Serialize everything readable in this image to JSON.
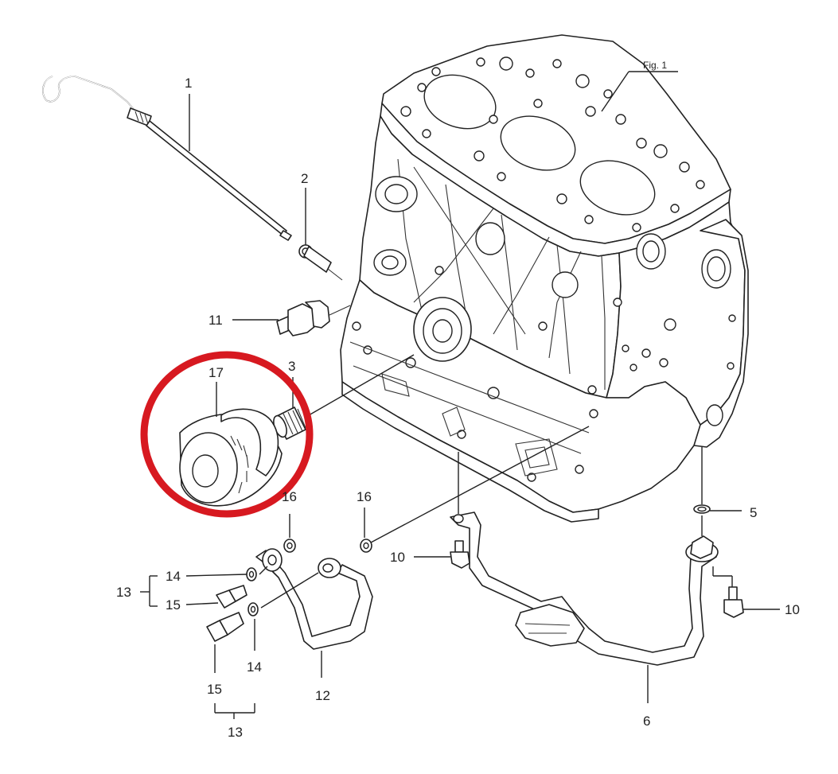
{
  "figure_label": "Fig. 1",
  "highlight": {
    "color": "#d71920",
    "target_part": "17"
  },
  "callouts": {
    "c1": "1",
    "c2": "2",
    "c3": "3",
    "c5": "5",
    "c6": "6",
    "c10a": "10",
    "c10b": "10",
    "c11": "11",
    "c12": "12",
    "c13a": "13",
    "c13b": "13",
    "c14a": "14",
    "c14b": "14",
    "c15a": "15",
    "c15b": "15",
    "c16a": "16",
    "c16b": "16",
    "c17": "17"
  }
}
